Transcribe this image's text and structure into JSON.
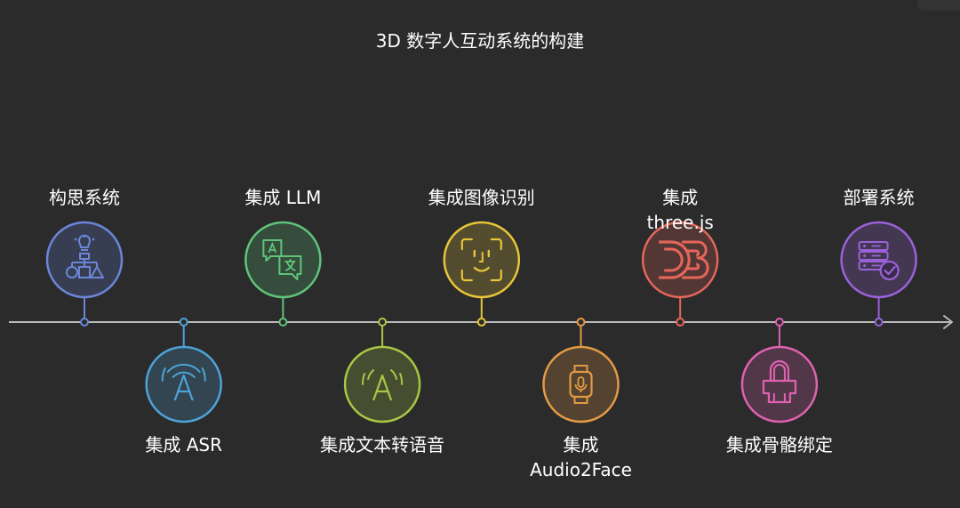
{
  "title": "3D 数字人互动系统的构建",
  "steps": [
    {
      "label": "构思系统",
      "position": "above",
      "color": "#6b86d9",
      "icon": "lightbulb-flowchart-icon"
    },
    {
      "label": "集成 ASR",
      "position": "below",
      "color": "#4ea3d8",
      "icon": "speech-recognition-icon"
    },
    {
      "label": "集成 LLM",
      "position": "above",
      "color": "#5fc47a",
      "icon": "translate-icon"
    },
    {
      "label": "集成文本转语音",
      "position": "below",
      "color": "#a8c845",
      "icon": "text-to-speech-icon"
    },
    {
      "label": "集成图像识别",
      "position": "above",
      "color": "#e7c53b",
      "icon": "face-scan-icon"
    },
    {
      "label": "集成 Audio2Face",
      "position": "below",
      "color": "#e39a45",
      "icon": "smartwatch-mic-icon"
    },
    {
      "label": "集成 three.js",
      "position": "above",
      "color": "#e5665a",
      "icon": "d3-logo-icon"
    },
    {
      "label": "集成骨骼绑定",
      "position": "below",
      "color": "#de62b1",
      "icon": "binder-clip-icon"
    },
    {
      "label": "部署系统",
      "position": "above",
      "color": "#9a62d9",
      "icon": "server-check-icon"
    }
  ]
}
